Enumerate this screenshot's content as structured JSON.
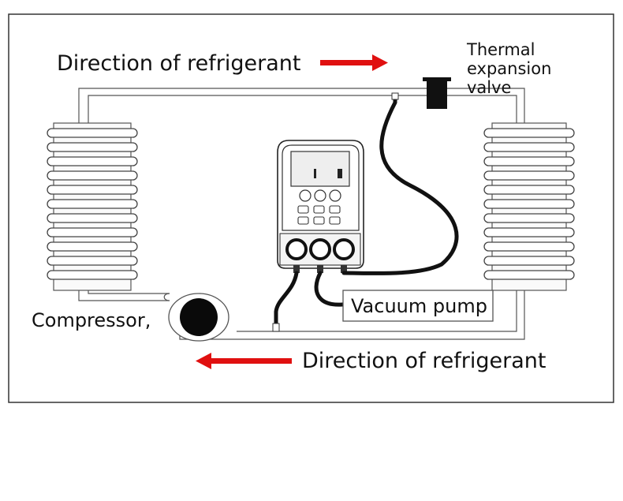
{
  "labels": {
    "direction_top": "Direction of refrigerant",
    "direction_bottom": "Direction of refrigerant",
    "thermal_valve": [
      "Thermal",
      "expansion",
      "valve"
    ],
    "vacuum_pump": "Vacuum pump",
    "compressor": "Compressor,"
  },
  "colors": {
    "arrow": "#e01010",
    "line": "#111111",
    "pipe": "#777777",
    "frame": "#333333"
  },
  "icons": {
    "gauge": "manifold-gauge-icon",
    "compressor": "compressor-icon",
    "valve": "expansion-valve-icon",
    "coil": "heat-exchanger-coil-icon"
  }
}
